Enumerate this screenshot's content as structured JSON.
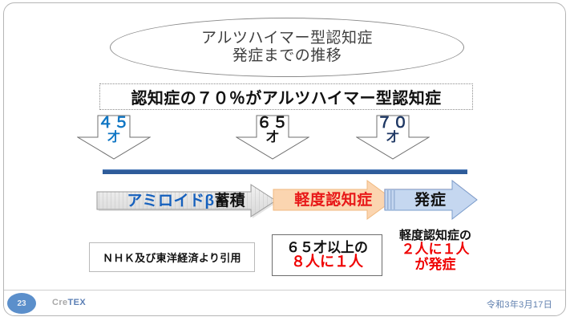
{
  "slide": {
    "title_lines": [
      "アルツハイマー型認知症",
      "発症までの推移"
    ],
    "header_banner": "認知症の７０％がアルツハイマー型認知症",
    "age_markers": [
      {
        "name": "45",
        "number": "４５",
        "unit": "才",
        "color": "#0f76c4"
      },
      {
        "name": "65",
        "number": "６５",
        "unit": "才",
        "color": "#121212"
      },
      {
        "name": "70",
        "number": "７０",
        "unit": "才",
        "color": "#1f3864"
      }
    ],
    "stages": [
      {
        "key": "amyloid",
        "text_blue": "アミロイドβ",
        "text_black": "蓄積",
        "fill": "#e8e8e8"
      },
      {
        "key": "mci",
        "text": "軽度認知症",
        "fill": "#fbd5b0",
        "text_color": "#e81818"
      },
      {
        "key": "onset",
        "text": "発症",
        "fill": "#c5d7f0",
        "text_color": "#111111"
      }
    ],
    "timeline_color": "#2e5c9a",
    "notes": {
      "source": "ＮＨＫ及び東洋経済より引用",
      "stat_box": {
        "line1": "６５才以上の",
        "line2": "８人に１人"
      },
      "stat_free": {
        "line1": "軽度認知症の",
        "line2": "２人に１人",
        "line3": "が発症"
      }
    },
    "footer": {
      "page_number": "23",
      "brand_part1": "Cre",
      "brand_part2": "TEX",
      "date": "令和3年3月17日"
    }
  }
}
